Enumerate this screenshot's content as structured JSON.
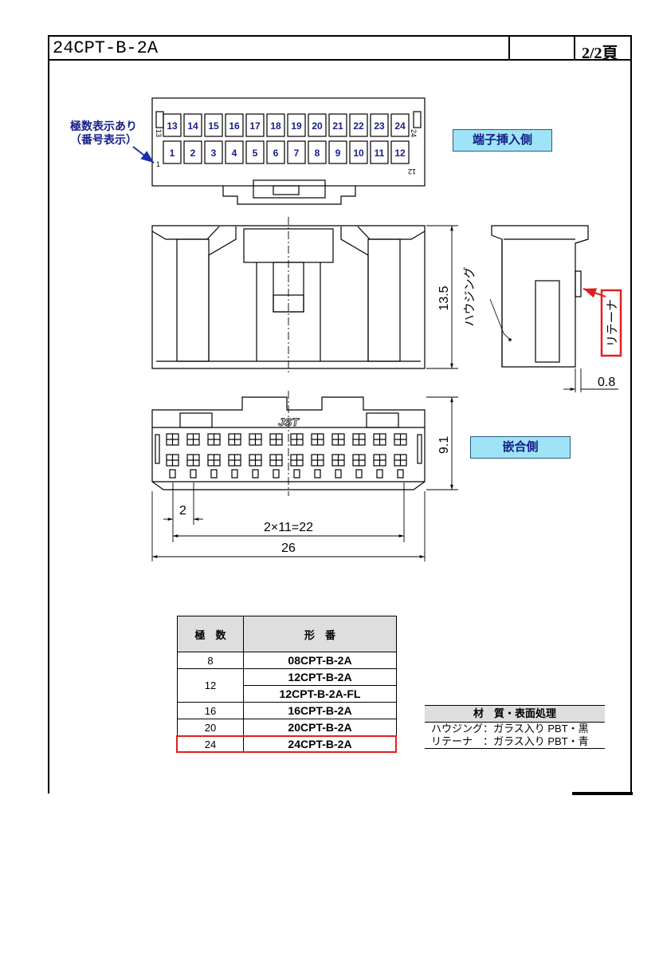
{
  "header": {
    "part_number": "24CPT-B-2A",
    "page": "2/2頁"
  },
  "annotations": {
    "pole_display_line1": "極数表示あり",
    "pole_display_line2": "（番号表示）",
    "terminal_side": "端子挿入側",
    "mating_side": "嵌合側",
    "housing": "ハウジング",
    "retainer": "リテーナ",
    "logo": "JST"
  },
  "pins": {
    "top_row": [
      "13",
      "14",
      "15",
      "16",
      "17",
      "18",
      "19",
      "20",
      "21",
      "22",
      "23",
      "24"
    ],
    "bottom_row": [
      "1",
      "2",
      "3",
      "4",
      "5",
      "6",
      "7",
      "8",
      "9",
      "10",
      "11",
      "12"
    ],
    "corner_labels": [
      "13",
      "24",
      "1",
      "12"
    ]
  },
  "dimensions": {
    "height": "13.5",
    "retainer_offset": "0.8",
    "mating_height": "9.1",
    "pitch": "2",
    "pitch_span": "2×11=22",
    "width": "26"
  },
  "part_table": {
    "headers": [
      "極　数",
      "形　番"
    ],
    "rows": [
      {
        "poles": "8",
        "parts": [
          "08CPT-B-2A"
        ]
      },
      {
        "poles": "12",
        "parts": [
          "12CPT-B-2A",
          "12CPT-B-2A-FL"
        ]
      },
      {
        "poles": "16",
        "parts": [
          "16CPT-B-2A"
        ]
      },
      {
        "poles": "20",
        "parts": [
          "20CPT-B-2A"
        ]
      },
      {
        "poles": "24",
        "parts": [
          "24CPT-B-2A"
        ]
      }
    ]
  },
  "materials": {
    "header": "材　質・表面処理",
    "rows": [
      "ハウジング：ガラス入り PBT・黒",
      "リテーナ　：ガラス入り PBT・青"
    ]
  },
  "colors": {
    "label_fill": "#9fe3f7",
    "label_text": "#16208a",
    "highlight": "#e02020"
  }
}
